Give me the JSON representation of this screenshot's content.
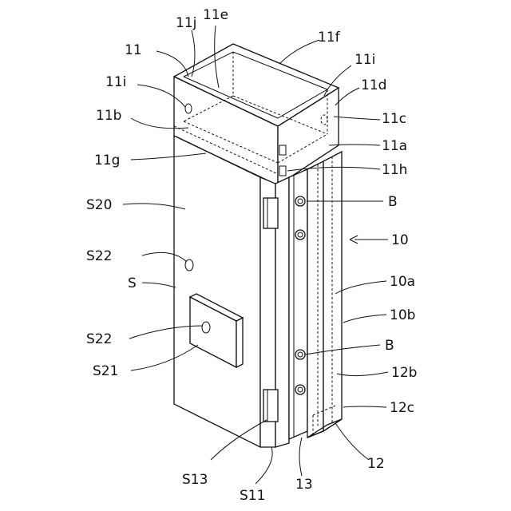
{
  "labels": {
    "l11": "11",
    "l11j": "11j",
    "l11e": "11e",
    "l11f": "11f",
    "l11i_left": "11i",
    "l11i_right": "11i",
    "l11d": "11d",
    "l11b": "11b",
    "l11c": "11c",
    "l11a": "11a",
    "l11g": "11g",
    "l11h": "11h",
    "lS20": "S20",
    "lB_top": "B",
    "l10": "10",
    "lS22_top": "S22",
    "lS": "S",
    "l10a": "10a",
    "l10b": "10b",
    "lS22_bottom": "S22",
    "lB_bottom": "B",
    "lS21": "S21",
    "l12b": "12b",
    "l12c": "12c",
    "l12": "12",
    "lS13": "S13",
    "lS11": "S11",
    "l13": "13"
  }
}
